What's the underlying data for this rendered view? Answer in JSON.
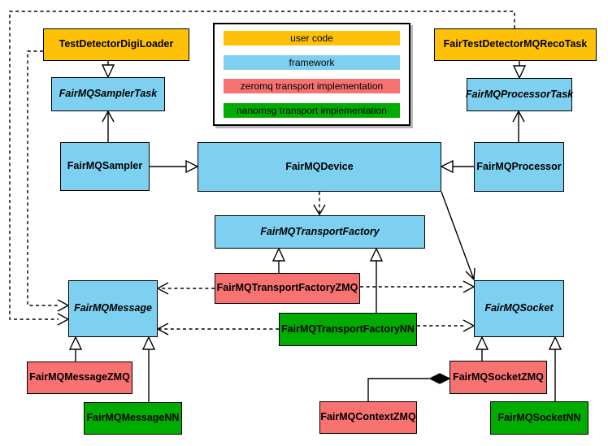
{
  "legend": {
    "items": [
      {
        "label": "user code",
        "color": "#FFC107"
      },
      {
        "label": "framework",
        "color": "#7ED0F0"
      },
      {
        "label": "zeromq transport implementation",
        "color": "#F87272"
      },
      {
        "label": "nanomsg transport implementation",
        "color": "#00AC00"
      }
    ]
  },
  "nodes": {
    "test_detector_digi_loader": {
      "label": "TestDetectorDigiLoader",
      "category": "user code",
      "abstract": false
    },
    "fair_test_detector_mq_reco_task": {
      "label": "FairTestDetectorMQRecoTask",
      "category": "user code",
      "abstract": false
    },
    "fairmq_sampler_task": {
      "label": "FairMQSamplerTask",
      "category": "framework",
      "abstract": true
    },
    "fairmq_processor_task": {
      "label": "FairMQProcessorTask",
      "category": "framework",
      "abstract": true
    },
    "fairmq_sampler": {
      "label": "FairMQSampler",
      "category": "framework",
      "abstract": false
    },
    "fairmq_device": {
      "label": "FairMQDevice",
      "category": "framework",
      "abstract": false
    },
    "fairmq_processor": {
      "label": "FairMQProcessor",
      "category": "framework",
      "abstract": false
    },
    "fairmq_transport_factory": {
      "label": "FairMQTransportFactory",
      "category": "framework",
      "abstract": true
    },
    "fairmq_transport_factory_zmq": {
      "label": "FairMQTransportFactoryZMQ",
      "category": "zeromq transport implementation",
      "abstract": false
    },
    "fairmq_transport_factory_nn": {
      "label": "FairMQTransportFactoryNN",
      "category": "nanomsg transport implementation",
      "abstract": false
    },
    "fairmq_message": {
      "label": "FairMQMessage",
      "category": "framework",
      "abstract": true
    },
    "fairmq_socket": {
      "label": "FairMQSocket",
      "category": "framework",
      "abstract": true
    },
    "fairmq_message_zmq": {
      "label": "FairMQMessageZMQ",
      "category": "zeromq transport implementation",
      "abstract": false
    },
    "fairmq_message_nn": {
      "label": "FairMQMessageNN",
      "category": "nanomsg transport implementation",
      "abstract": false
    },
    "fairmq_context_zmq": {
      "label": "FairMQContextZMQ",
      "category": "zeromq transport implementation",
      "abstract": false
    },
    "fairmq_socket_zmq": {
      "label": "FairMQSocketZMQ",
      "category": "zeromq transport implementation",
      "abstract": false
    },
    "fairmq_socket_nn": {
      "label": "FairMQSocketNN",
      "category": "nanomsg transport implementation",
      "abstract": false
    }
  },
  "edges": [
    {
      "from": "TestDetectorDigiLoader",
      "to": "FairMQSamplerTask",
      "type": "generalization"
    },
    {
      "from": "FairTestDetectorMQRecoTask",
      "to": "FairMQProcessorTask",
      "type": "generalization"
    },
    {
      "from": "FairMQSampler",
      "to": "FairMQSamplerTask",
      "type": "solid-arrow"
    },
    {
      "from": "FairMQProcessor",
      "to": "FairMQProcessorTask",
      "type": "solid-arrow"
    },
    {
      "from": "FairMQSampler",
      "to": "FairMQDevice",
      "type": "generalization"
    },
    {
      "from": "FairMQProcessor",
      "to": "FairMQDevice",
      "type": "generalization"
    },
    {
      "from": "FairMQDevice",
      "to": "FairMQTransportFactory",
      "type": "dashed-dependency"
    },
    {
      "from": "FairMQDevice",
      "to": "FairMQSocket",
      "type": "solid-arrow"
    },
    {
      "from": "FairMQTransportFactoryZMQ",
      "to": "FairMQTransportFactory",
      "type": "generalization"
    },
    {
      "from": "FairMQTransportFactoryNN",
      "to": "FairMQTransportFactory",
      "type": "generalization"
    },
    {
      "from": "FairMQTransportFactoryZMQ",
      "to": "FairMQMessage",
      "type": "dashed-dependency"
    },
    {
      "from": "FairMQTransportFactoryZMQ",
      "to": "FairMQSocket",
      "type": "dashed-dependency"
    },
    {
      "from": "FairMQTransportFactoryNN",
      "to": "FairMQMessage",
      "type": "dashed-dependency"
    },
    {
      "from": "FairMQTransportFactoryNN",
      "to": "FairMQSocket",
      "type": "dashed-dependency"
    },
    {
      "from": "TestDetectorDigiLoader",
      "to": "FairMQMessage",
      "type": "dashed-dependency"
    },
    {
      "from": "FairTestDetectorMQRecoTask",
      "to": "FairMQMessage",
      "type": "dashed-dependency"
    },
    {
      "from": "FairMQMessageZMQ",
      "to": "FairMQMessage",
      "type": "generalization"
    },
    {
      "from": "FairMQMessageNN",
      "to": "FairMQMessage",
      "type": "generalization"
    },
    {
      "from": "FairMQSocketZMQ",
      "to": "FairMQSocket",
      "type": "generalization"
    },
    {
      "from": "FairMQSocketNN",
      "to": "FairMQSocket",
      "type": "generalization"
    },
    {
      "from": "FairMQSocketZMQ",
      "to": "FairMQContextZMQ",
      "type": "composition"
    }
  ]
}
